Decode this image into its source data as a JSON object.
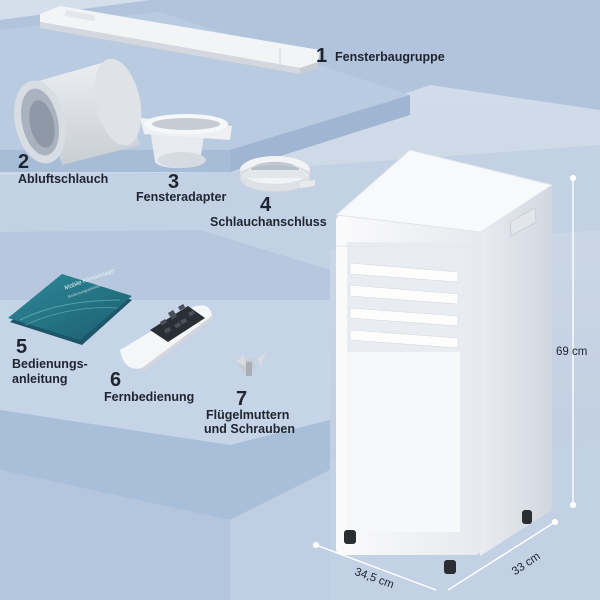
{
  "items": [
    {
      "number": "1",
      "label": "Fensterbaugruppe"
    },
    {
      "number": "2",
      "label": "Abluftschlauch"
    },
    {
      "number": "3",
      "label": "Fensteradapter"
    },
    {
      "number": "4",
      "label": "Schlauchanschluss"
    },
    {
      "number": "5",
      "label_line1": "Bedienungs-",
      "label_line2": "anleitung"
    },
    {
      "number": "6",
      "label": "Fernbedienung"
    },
    {
      "number": "7",
      "label_line1": "Flügelmuttern",
      "label_line2": "und Schrauben"
    }
  ],
  "manual_cover": {
    "title": "Mobile Klimaanlage",
    "subtitle": "Bedienungsanleitung"
  },
  "dimensions": {
    "height": "69 cm",
    "width": "34,5 cm",
    "depth": "33 cm"
  },
  "colors": {
    "background": "#c9d6e6",
    "step": "#a9bfd9",
    "unit_body": "#f4f5f7",
    "text": "#1e2530"
  }
}
